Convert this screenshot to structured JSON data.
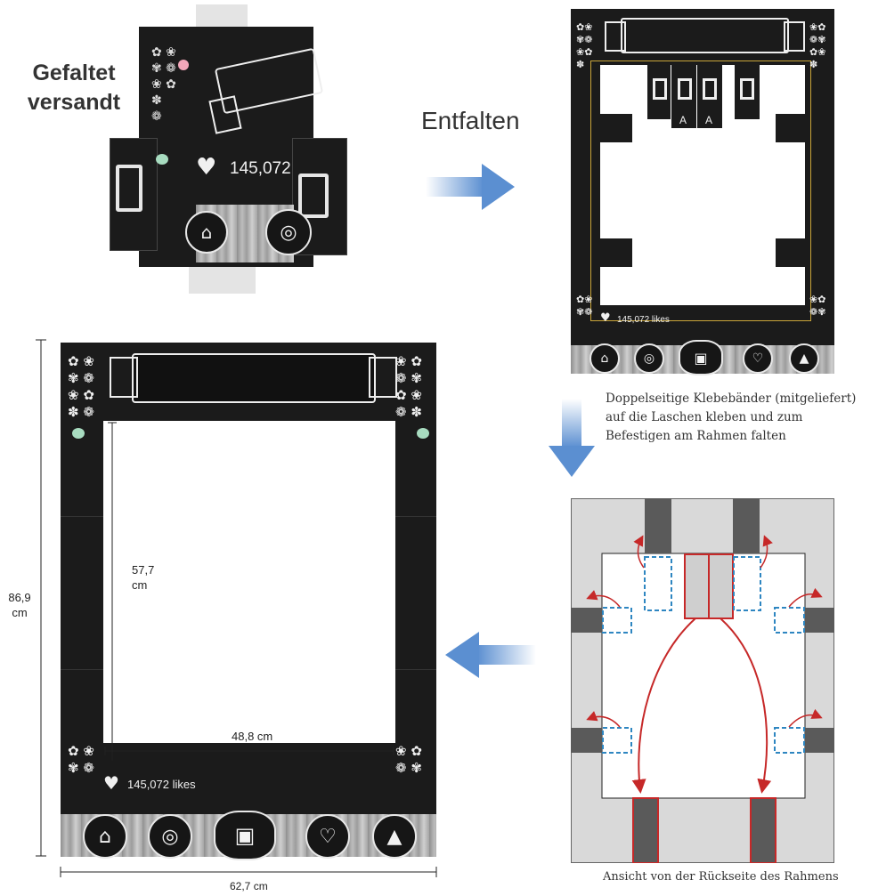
{
  "labels": {
    "folded_line1": "Gefaltet",
    "folded_line2": "versandt",
    "unfold": "Entfalten",
    "tape_line1": "Doppelseitige Klebebänder (mitgeliefert)",
    "tape_line2": "auf die Laschen kleben und zum",
    "tape_line3": "Befestigen am Rahmen falten",
    "back_view": "Ansicht von der Rückseite des Rahmens"
  },
  "frame": {
    "likes_small": "145,072 likes",
    "likes_large": "145,072 likes",
    "likes_folded": "145,072",
    "letter_a": "A",
    "letter_a2": "A"
  },
  "dimensions": {
    "height_value": "86,9",
    "height_unit": "cm",
    "width_value": "62,7 cm",
    "inner_height_value": "57,7",
    "inner_height_unit": "cm",
    "inner_width": "48,8 cm"
  },
  "colors": {
    "arrow_blue": "#5b8fd1",
    "tape_red": "#c62828",
    "dash_blue": "#2e86c1",
    "chalkboard": "#1b1b1b"
  },
  "icons": [
    "home-icon",
    "lollipop-icon",
    "camera-icon",
    "heart-icon",
    "party-hat-icon"
  ]
}
